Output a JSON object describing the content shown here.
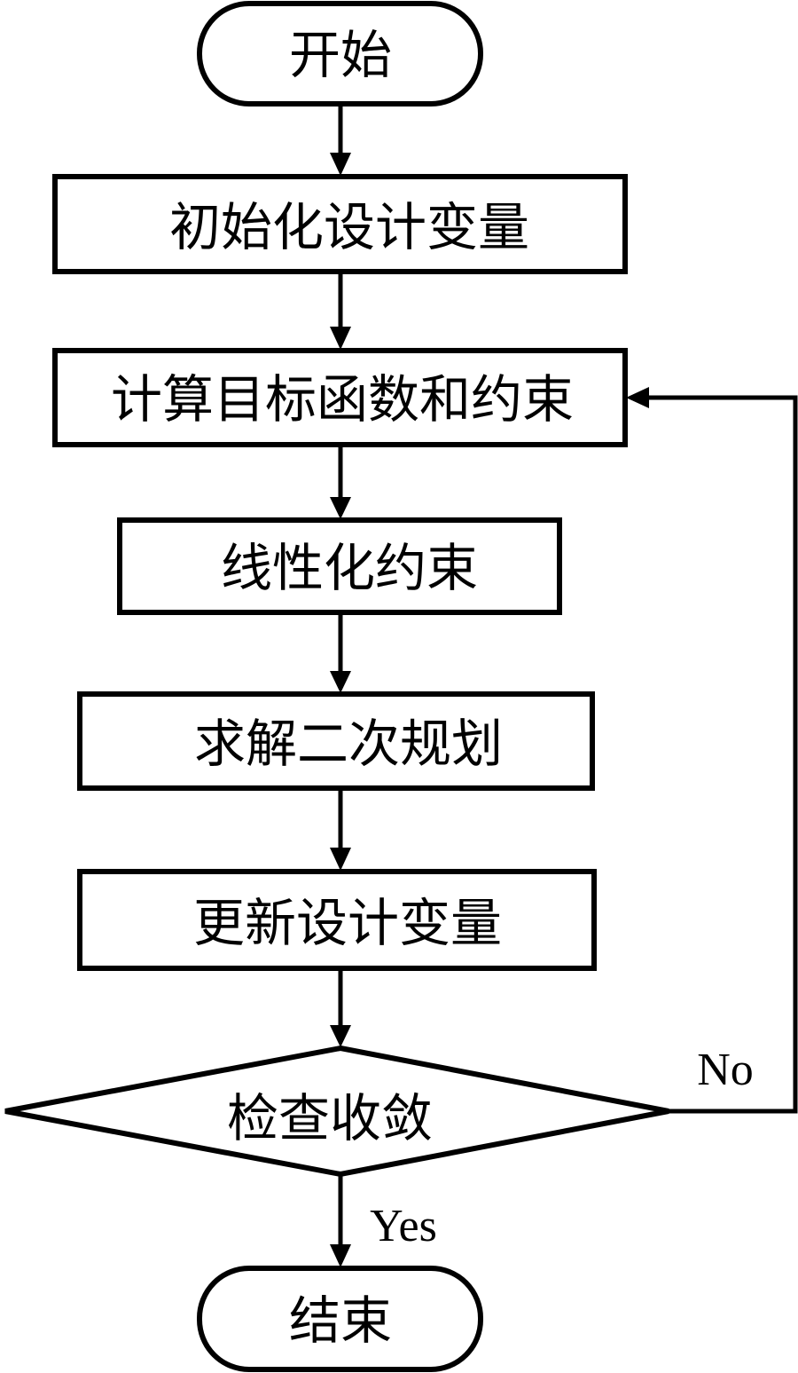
{
  "diagram": {
    "type": "flowchart",
    "nodes": {
      "start": {
        "label": "开始",
        "shape": "terminal"
      },
      "init": {
        "label": "初始化设计变量",
        "shape": "process"
      },
      "compute": {
        "label": "计算目标函数和约束",
        "shape": "process"
      },
      "linearize": {
        "label": "线性化约束",
        "shape": "process"
      },
      "solve": {
        "label": "求解二次规划",
        "shape": "process"
      },
      "update": {
        "label": "更新设计变量",
        "shape": "process"
      },
      "check": {
        "label": "检查收敛",
        "shape": "decision"
      },
      "end": {
        "label": "结束",
        "shape": "terminal"
      }
    },
    "edges": [
      {
        "from": "start",
        "to": "init",
        "label": ""
      },
      {
        "from": "init",
        "to": "compute",
        "label": ""
      },
      {
        "from": "compute",
        "to": "linearize",
        "label": ""
      },
      {
        "from": "linearize",
        "to": "solve",
        "label": ""
      },
      {
        "from": "solve",
        "to": "update",
        "label": ""
      },
      {
        "from": "update",
        "to": "check",
        "label": ""
      },
      {
        "from": "check",
        "to": "compute",
        "label": "No"
      },
      {
        "from": "check",
        "to": "end",
        "label": "Yes"
      }
    ],
    "edge_labels": {
      "no": "No",
      "yes": "Yes"
    }
  }
}
